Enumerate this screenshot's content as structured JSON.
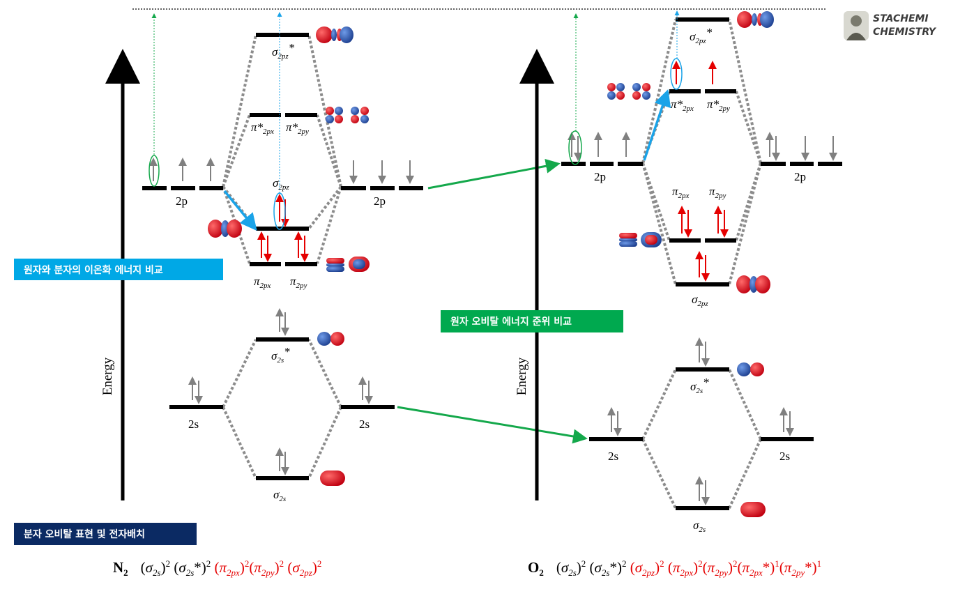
{
  "tags": {
    "ionization": "원자와 분자의 이온화 에너지 비교",
    "order": "원자 오비탈 에너지 준위 비교",
    "config": "분자 오비탈 표현 및 전자배치"
  },
  "logo": {
    "line1": "STACHEMI",
    "line2": "CHEMISTRY"
  },
  "axes": {
    "n2_label": "Energy",
    "o2_label": "Energy"
  },
  "n2": {
    "formula": "N",
    "formula_sub": "2",
    "labels": {
      "atomic_2p_left": "2p",
      "atomic_2p_right": "2p",
      "atomic_2s_left": "2s",
      "atomic_2s_right": "2s",
      "sigma2pz_star": "σ2pz*",
      "pi2px_star": "π*2px",
      "pi2py_star": "π*2py",
      "sigma2pz": "σ2pz",
      "pi2px": "π2px",
      "pi2py": "π2py",
      "sigma2s_star": "σ2s*",
      "sigma2s": "σ2s"
    },
    "config": [
      {
        "orb": "σ",
        "sub": "2s",
        "star": "",
        "pow": "2",
        "red": false
      },
      {
        "orb": "σ",
        "sub": "2s",
        "star": "*",
        "pow": "2",
        "red": false
      },
      {
        "orb": "π",
        "sub": "2px",
        "star": "",
        "pow": "2",
        "red": true
      },
      {
        "orb": "π",
        "sub": "2py",
        "star": "",
        "pow": "2",
        "red": true
      },
      {
        "orb": "σ",
        "sub": "2pz",
        "star": "",
        "pow": "2",
        "red": true
      }
    ]
  },
  "o2": {
    "formula": "O",
    "formula_sub": "2",
    "labels": {
      "atomic_2p_left": "2p",
      "atomic_2p_right": "2p",
      "atomic_2s_left": "2s",
      "atomic_2s_right": "2s",
      "sigma2pz_star": "σ2pz*",
      "pi2px_star": "π*2px",
      "pi2py_star": "π*2py",
      "pi2px": "π2px",
      "pi2py": "π2py",
      "sigma2pz": "σ2pz",
      "sigma2s_star": "σ2s*",
      "sigma2s": "σ2s"
    },
    "config": [
      {
        "orb": "σ",
        "sub": "2s",
        "star": "",
        "pow": "2",
        "red": false
      },
      {
        "orb": "σ",
        "sub": "2s",
        "star": "*",
        "pow": "2",
        "red": false
      },
      {
        "orb": "σ",
        "sub": "2pz",
        "star": "",
        "pow": "2",
        "red": true
      },
      {
        "orb": "π",
        "sub": "2px",
        "star": "",
        "pow": "2",
        "red": true
      },
      {
        "orb": "π",
        "sub": "2py",
        "star": "",
        "pow": "2",
        "red": true
      },
      {
        "orb": "π",
        "sub": "2px",
        "star": "*",
        "pow": "1",
        "red": true
      },
      {
        "orb": "π",
        "sub": "2py",
        "star": "*",
        "pow": "1",
        "red": true
      }
    ]
  },
  "colors": {
    "level": "#000000",
    "electron_gray": "#808080",
    "electron_red": "#e50000",
    "connector": "#8c8c8c",
    "highlight_blue": "#1aa3e8",
    "highlight_green": "#14a84b",
    "lobe_red": "#e0141e",
    "lobe_blue": "#2a5db0"
  }
}
